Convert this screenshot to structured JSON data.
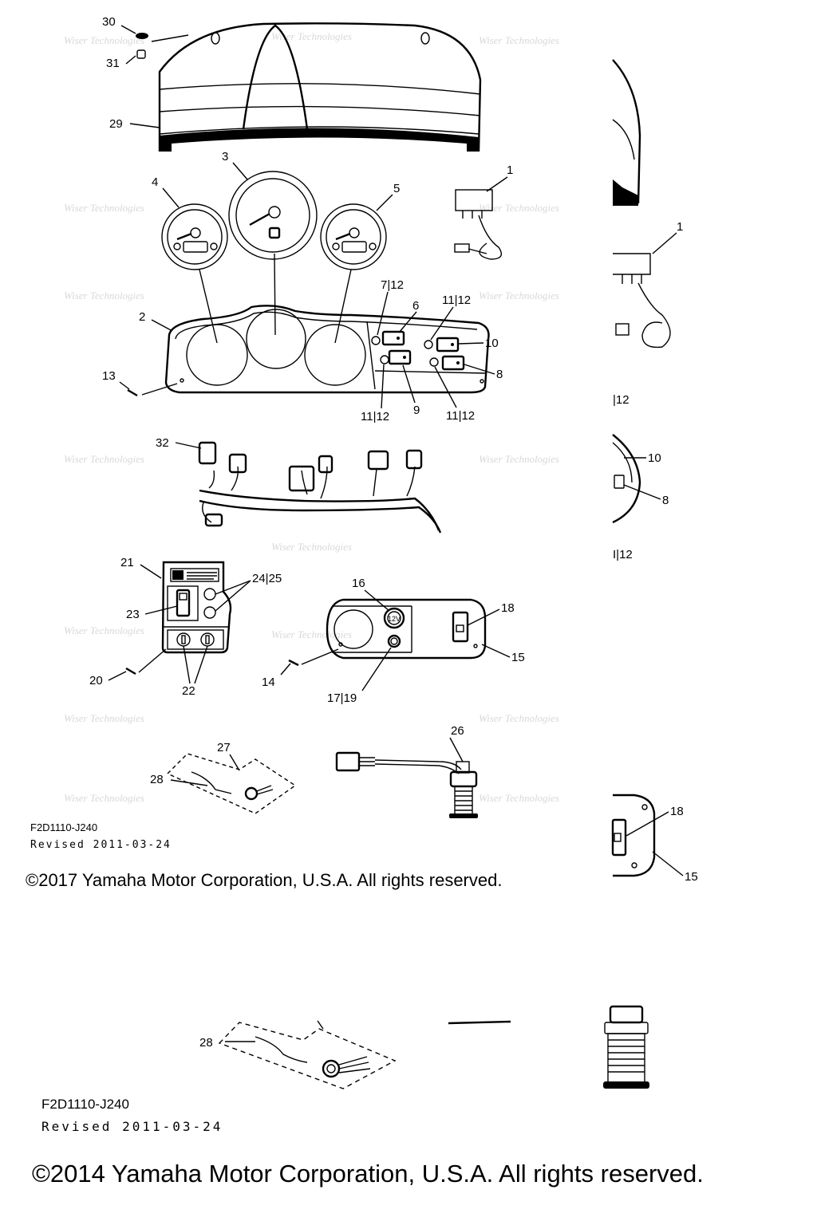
{
  "parts": {
    "p1": "1",
    "p1b": "1",
    "p2": "2",
    "p3": "3",
    "p4": "4",
    "p5": "5",
    "p6": "6",
    "p7_12": "7|12",
    "p8": "8",
    "p8b": "8",
    "p9": "9",
    "p10": "10",
    "p10b": "10",
    "p11_12a": "11|12",
    "p11_12b": "11|12",
    "p11_12c": "11|12",
    "p12_crop1": "|12",
    "p12_crop2": "I|12",
    "p13": "13",
    "p14": "14",
    "p15": "15",
    "p15b": "15",
    "p16": "16",
    "p17_19": "17|19",
    "p18": "18",
    "p18b": "18",
    "p20": "20",
    "p21": "21",
    "p22": "22",
    "p23": "23",
    "p24_25": "24|25",
    "p26": "26",
    "p27": "27",
    "p28": "28",
    "p28b": "28",
    "p29": "29",
    "p30": "30",
    "p31": "31",
    "p32": "32"
  },
  "diagram_code": "F2D1110-J240",
  "revised": "Revised 2011-03-24",
  "copyright_2017": "©2017 Yamaha Motor Corporation, U.S.A. All rights reserved.",
  "copyright_2014": "©2014 Yamaha Motor Corporation, U.S.A. All rights reserved.",
  "watermark": "Wiser Technologies",
  "outlet_label": "12V"
}
